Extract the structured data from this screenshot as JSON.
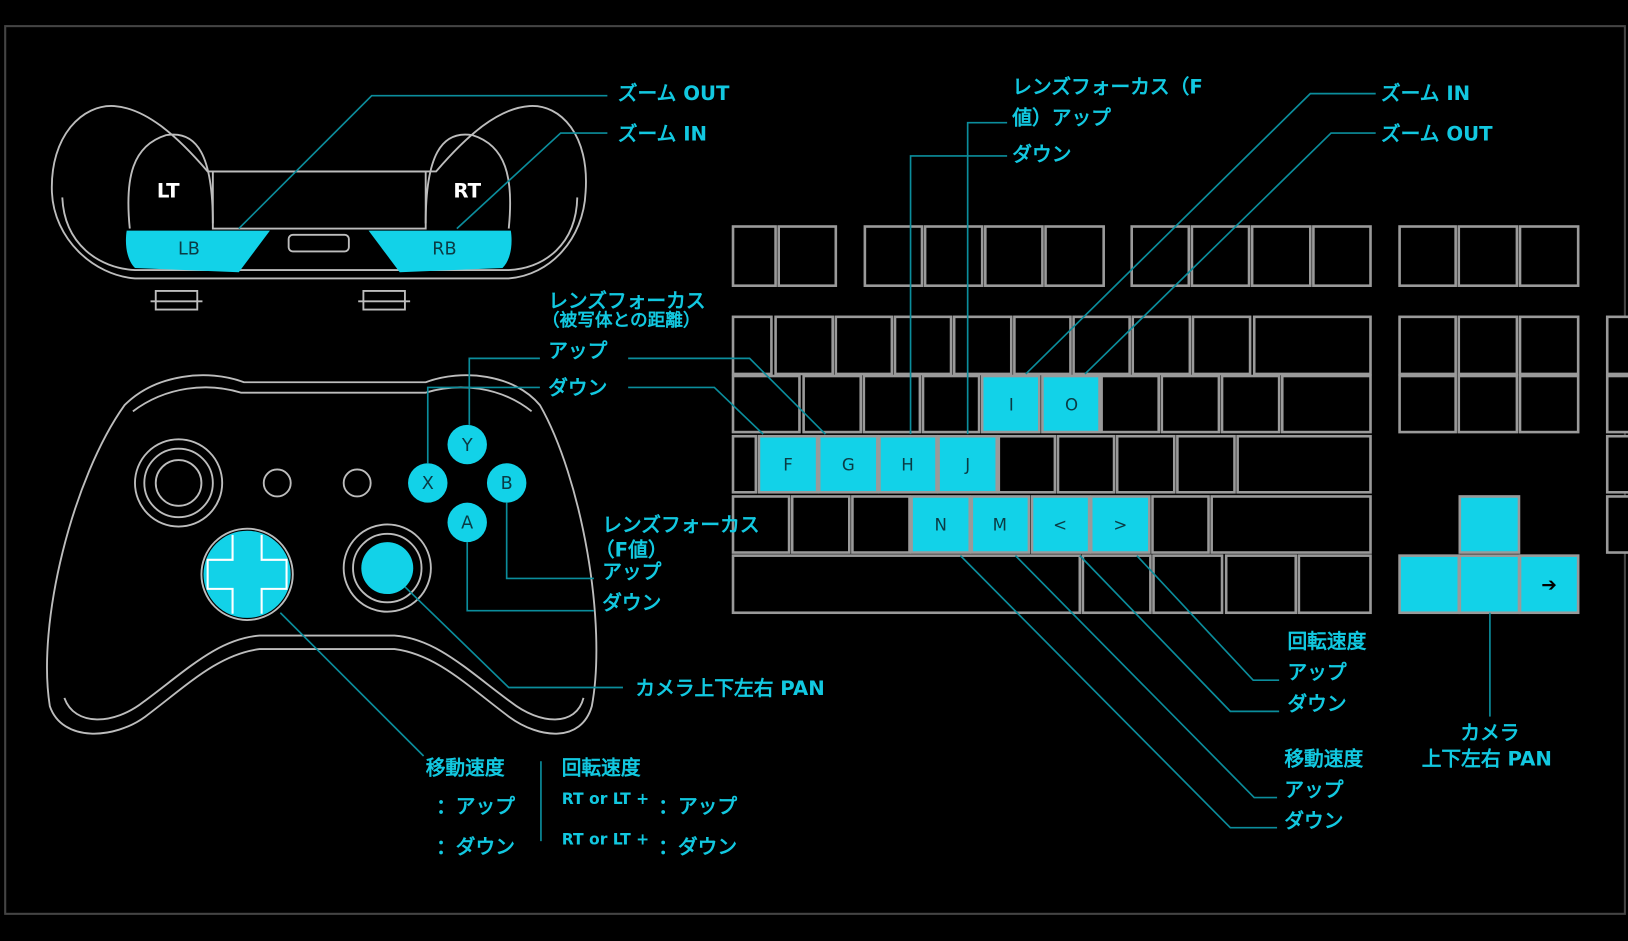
{
  "accent_color": "#12d2e8",
  "gamepad": {
    "buttons": {
      "lt": "LT",
      "rt": "RT",
      "lb": "LB",
      "rb": "RB",
      "y": "Y",
      "x": "X",
      "b": "B",
      "a": "A"
    },
    "labels": {
      "zoom_out": "ズーム OUT",
      "zoom_in": "ズーム IN",
      "focus_dist_1": "レンズフォーカス",
      "focus_dist_2": "（被写体との距離）",
      "focus_dist_up": "アップ",
      "focus_dist_down": "ダウン",
      "focus_f_1": "レンズフォーカス",
      "focus_f_2": "（F値）",
      "focus_f_up": "アップ",
      "focus_f_down": "ダウン",
      "camera_pan": "カメラ上下左右 PAN",
      "move_speed": "移動速度",
      "move_up": "：アップ",
      "move_down": "：ダウン",
      "rot_speed": "回転速度",
      "rot_mod_1": "RT or LT +",
      "rot_up": "：アップ",
      "rot_mod_2": "RT or LT +",
      "rot_down": "：ダウン"
    }
  },
  "keyboard": {
    "keys": {
      "i": "I",
      "o": "O",
      "f": "F",
      "g": "G",
      "h": "H",
      "j": "J",
      "n": "N",
      "m": "M",
      "lt": "<",
      "gt": ">",
      "right": "➔"
    },
    "labels": {
      "focus_f_1": "レンズフォーカス（F",
      "focus_f_2": "値）アップ",
      "focus_f_down": "ダウン",
      "zoom_in": "ズーム IN",
      "zoom_out": "ズーム OUT",
      "rot_speed": "回転速度",
      "rot_up": "アップ",
      "rot_down": "ダウン",
      "move_speed": "移動速度",
      "move_up": "アップ",
      "move_down": "ダウン",
      "camera_1": "カメラ",
      "camera_2": "上下左右 PAN"
    }
  }
}
